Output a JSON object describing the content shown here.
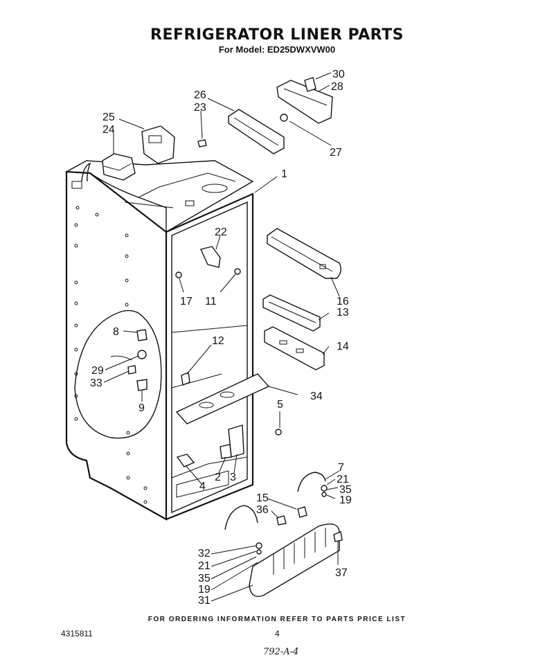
{
  "header": {
    "title": "REFRIGERATOR LINER PARTS",
    "subtitle": "For Model: ED25DWXVW00"
  },
  "footer": {
    "ordering_note": "FOR ORDERING INFORMATION REFER TO PARTS PRICE LIST",
    "document_number": "4315811",
    "page_number": "4",
    "handwritten_code": "792-A-4"
  },
  "callouts": [
    {
      "id": "c30",
      "text": "30"
    },
    {
      "id": "c28",
      "text": "28"
    },
    {
      "id": "c26",
      "text": "26"
    },
    {
      "id": "c23",
      "text": "23"
    },
    {
      "id": "c25",
      "text": "25"
    },
    {
      "id": "c24",
      "text": "24"
    },
    {
      "id": "c27",
      "text": "27"
    },
    {
      "id": "c1",
      "text": "1"
    },
    {
      "id": "c22",
      "text": "22"
    },
    {
      "id": "c17",
      "text": "17"
    },
    {
      "id": "c11",
      "text": "11"
    },
    {
      "id": "c16",
      "text": "16"
    },
    {
      "id": "c13",
      "text": "13"
    },
    {
      "id": "c14",
      "text": "14"
    },
    {
      "id": "c12",
      "text": "12"
    },
    {
      "id": "c8",
      "text": "8"
    },
    {
      "id": "c29",
      "text": "29"
    },
    {
      "id": "c33",
      "text": "33"
    },
    {
      "id": "c9",
      "text": "9"
    },
    {
      "id": "c34",
      "text": "34"
    },
    {
      "id": "c5",
      "text": "5"
    },
    {
      "id": "c4",
      "text": "4"
    },
    {
      "id": "c2",
      "text": "2"
    },
    {
      "id": "c3",
      "text": "3"
    },
    {
      "id": "c7",
      "text": "7"
    },
    {
      "id": "c21a",
      "text": "21"
    },
    {
      "id": "c35a",
      "text": "35"
    },
    {
      "id": "c19a",
      "text": "19"
    },
    {
      "id": "c15",
      "text": "15"
    },
    {
      "id": "c36",
      "text": "36"
    },
    {
      "id": "c32",
      "text": "32"
    },
    {
      "id": "c21b",
      "text": "21"
    },
    {
      "id": "c35b",
      "text": "35"
    },
    {
      "id": "c19b",
      "text": "19"
    },
    {
      "id": "c37",
      "text": "37"
    },
    {
      "id": "c31",
      "text": "31"
    }
  ]
}
